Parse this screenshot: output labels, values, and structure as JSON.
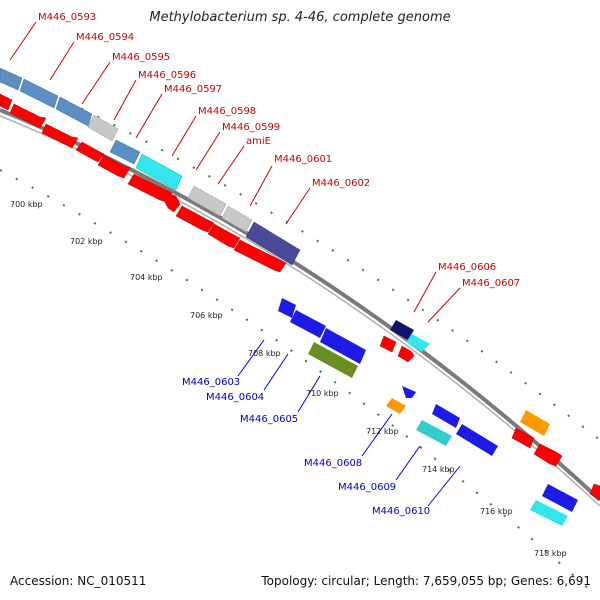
{
  "title": "Methylobacterium sp. 4-46, complete genome",
  "footer": {
    "accession": "Accession: NC_010511",
    "summary": "Topology: circular; Length: 7,659,055 bp; Genes: 6,691"
  },
  "ticks": [
    "700 kbp",
    "702 kbp",
    "704 kbp",
    "706 kbp",
    "708 kbp",
    "710 kbp",
    "712 kbp",
    "714 kbp",
    "716 kbp",
    "718 kbp"
  ],
  "colors": {
    "forward_label": "#cc0000",
    "reverse_label": "#0000cc",
    "cds": "#ff0000",
    "backbone": "#8a8a8a",
    "tick": "#2a8a2a"
  },
  "genes": {
    "forward": [
      {
        "label": "M446_0593",
        "color": "#5b8ec3"
      },
      {
        "label": "M446_0594",
        "color": "#5b8ec3"
      },
      {
        "label": "M446_0595",
        "color": "#c8c8c8"
      },
      {
        "label": "M446_0596",
        "color": "#5b8ec3"
      },
      {
        "label": "M446_0597",
        "color": "#33e6ee"
      },
      {
        "label": "M446_0598",
        "color": "#c8c8c8"
      },
      {
        "label": "M446_0599",
        "color": "#c8c8c8"
      },
      {
        "label": "amiE",
        "color": "#4a4a9a"
      },
      {
        "label": "M446_0601",
        "color": "#4a4a9a"
      },
      {
        "label": "M446_0602",
        "color": "#4a4a9a"
      },
      {
        "label": "M446_0606",
        "color": "#12126e"
      },
      {
        "label": "M446_0607",
        "color": "#33e6ee"
      }
    ],
    "reverse": [
      {
        "label": "M446_0603",
        "color": "#1c1ce6"
      },
      {
        "label": "M446_0604",
        "color": "#1c1ce6"
      },
      {
        "label": "M446_0605",
        "color": "#6b8e23"
      },
      {
        "label": "M446_0608",
        "color": "#1c1ce6"
      },
      {
        "label": "M446_0609",
        "color": "#33cccc"
      },
      {
        "label": "M446_0610",
        "color": "#33e6ee"
      }
    ]
  }
}
